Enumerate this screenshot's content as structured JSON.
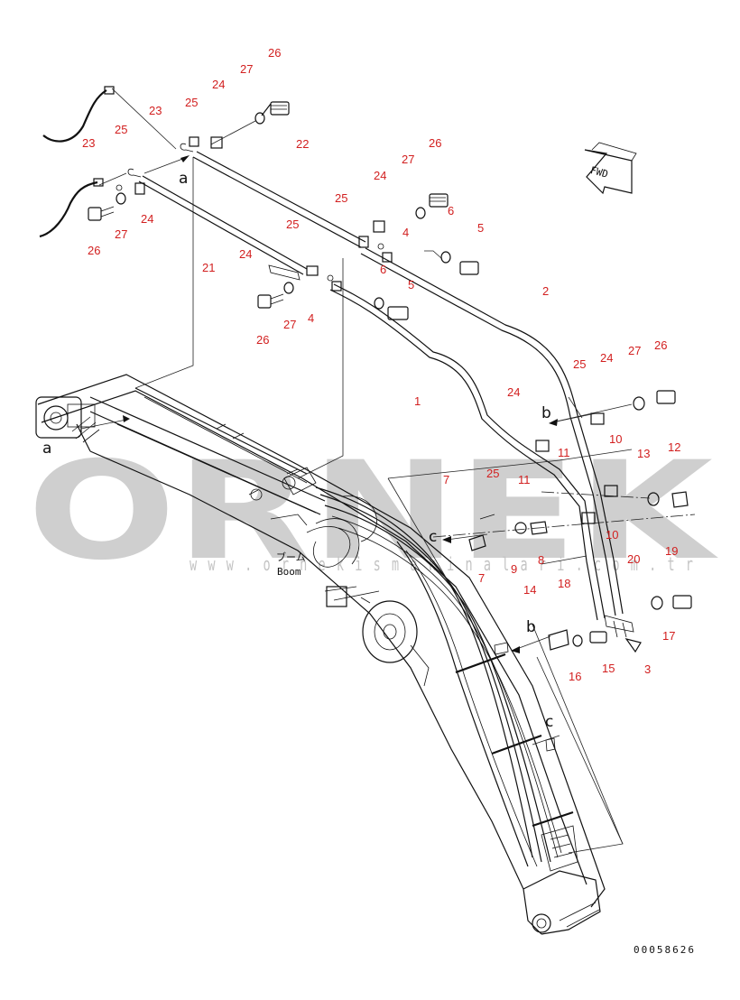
{
  "watermark": {
    "brand": "ORNEK",
    "site": "w w w . o r n e k i s m a k i n a l a r i . c o m . t r"
  },
  "drawing": {
    "doc_number": "00058626",
    "boom_label_jp": "ブーム",
    "boom_label_en": "Boom",
    "fwd_label": "FWD",
    "view_refs": [
      "a",
      "a",
      "b",
      "b",
      "c",
      "c"
    ]
  },
  "callouts": [
    {
      "id": "c26a",
      "n": "26"
    },
    {
      "id": "c27a",
      "n": "27"
    },
    {
      "id": "c24a",
      "n": "24"
    },
    {
      "id": "c25a",
      "n": "25"
    },
    {
      "id": "c23a",
      "n": "23"
    },
    {
      "id": "c25b",
      "n": "25"
    },
    {
      "id": "c23b",
      "n": "23"
    },
    {
      "id": "c22",
      "n": "22"
    },
    {
      "id": "c26b",
      "n": "26"
    },
    {
      "id": "c27b",
      "n": "27"
    },
    {
      "id": "c24b",
      "n": "24"
    },
    {
      "id": "c26c",
      "n": "26"
    },
    {
      "id": "c27c",
      "n": "27"
    },
    {
      "id": "c24c",
      "n": "24"
    },
    {
      "id": "c25c",
      "n": "25"
    },
    {
      "id": "c6a",
      "n": "6"
    },
    {
      "id": "c5a",
      "n": "5"
    },
    {
      "id": "c4a",
      "n": "4"
    },
    {
      "id": "c21",
      "n": "21"
    },
    {
      "id": "c25d",
      "n": "25"
    },
    {
      "id": "c24d",
      "n": "24"
    },
    {
      "id": "c6b",
      "n": "6"
    },
    {
      "id": "c2",
      "n": "2"
    },
    {
      "id": "c5b",
      "n": "5"
    },
    {
      "id": "c4b",
      "n": "4"
    },
    {
      "id": "c26d",
      "n": "26"
    },
    {
      "id": "c27d",
      "n": "27"
    },
    {
      "id": "c1",
      "n": "1"
    },
    {
      "id": "c25e",
      "n": "25"
    },
    {
      "id": "c24e",
      "n": "24"
    },
    {
      "id": "c27e",
      "n": "27"
    },
    {
      "id": "c26e",
      "n": "26"
    },
    {
      "id": "c24f",
      "n": "24"
    },
    {
      "id": "c11a",
      "n": "11"
    },
    {
      "id": "c10a",
      "n": "10"
    },
    {
      "id": "c13",
      "n": "13"
    },
    {
      "id": "c12",
      "n": "12"
    },
    {
      "id": "c25f",
      "n": "25"
    },
    {
      "id": "c11b",
      "n": "11"
    },
    {
      "id": "c7a",
      "n": "7"
    },
    {
      "id": "c10b",
      "n": "10"
    },
    {
      "id": "c7b",
      "n": "7"
    },
    {
      "id": "c9",
      "n": "9"
    },
    {
      "id": "c8",
      "n": "8"
    },
    {
      "id": "c20",
      "n": "20"
    },
    {
      "id": "c19",
      "n": "19"
    },
    {
      "id": "c14",
      "n": "14"
    },
    {
      "id": "c18",
      "n": "18"
    },
    {
      "id": "c17",
      "n": "17"
    },
    {
      "id": "c16",
      "n": "16"
    },
    {
      "id": "c15",
      "n": "15"
    },
    {
      "id": "c3",
      "n": "3"
    }
  ]
}
